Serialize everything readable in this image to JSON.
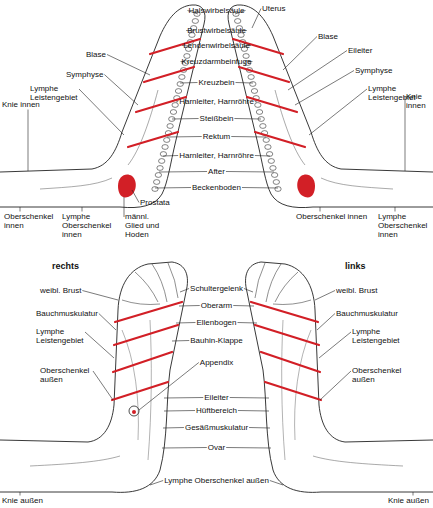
{
  "diagram": {
    "labels": [
      "Halswirbelsäule",
      "Brustwirbelsäule",
      "Lendenwirbelsäule",
      "Kreuzdarmbeinfuge",
      "Kreuzbein",
      "Harnleiter, Harnröhre",
      "Steißbein",
      "Rektum",
      "Harnleiter, Harnröhre",
      "After",
      "Beckenboden",
      "Prostata",
      "Blase",
      "Symphyse",
      "Lymphe Leistengebiet",
      "Knie innen",
      "Oberschenkel innen",
      "Lymphe Oberschenkel innen",
      "männl. Glied und Hoden",
      "Uterus",
      "Blase",
      "Eileiter",
      "Symphyse",
      "Lymphe Leistengebiet",
      "Knie innen",
      "Oberschenkel innen",
      "Lymphe Oberschenkel innen",
      "rechts",
      "links",
      "Schultergelenk",
      "Oberarm",
      "Ellenbogen",
      "Bauhin-Klappe",
      "Appendix",
      "Eileiter",
      "Hüftbereich",
      "Gesäßmuskulatur",
      "Ovar",
      "Lymphe Oberschenkel außen",
      "weibl. Brust",
      "Bauchmuskulatur",
      "Lymphe Leistengebiet",
      "Oberschenkel außen",
      "Knie außen",
      "weibl. Brust",
      "Bauchmuskulatur",
      "Lymphe Leistengebiet",
      "Oberschenkel außen",
      "Knie außen"
    ]
  }
}
